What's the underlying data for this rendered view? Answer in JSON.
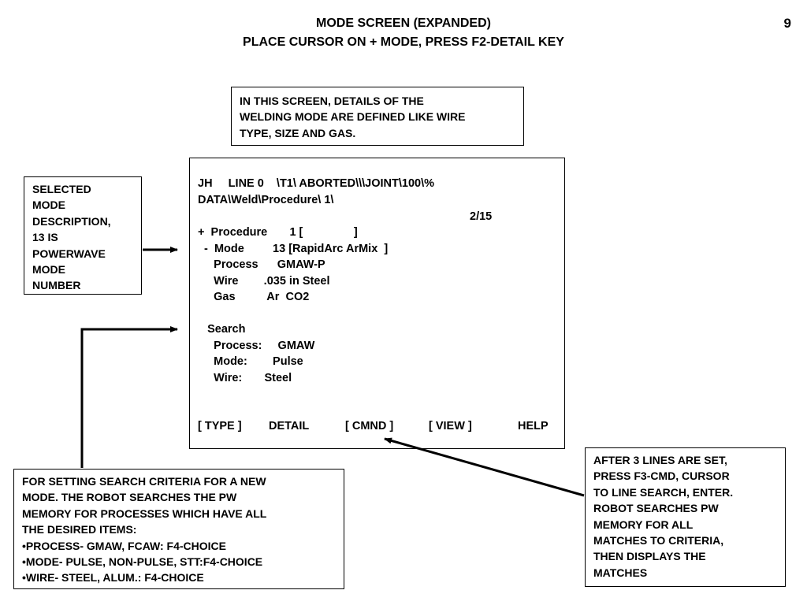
{
  "header": {
    "title_line1": "MODE SCREEN (EXPANDED)",
    "title_line2": "PLACE CURSOR ON + MODE, PRESS F2-DETAIL KEY",
    "page_number": "9"
  },
  "callouts": {
    "top": [
      "IN THIS SCREEN, DETAILS OF THE",
      "WELDING MODE ARE DEFINED LIKE WIRE",
      "TYPE, SIZE AND GAS."
    ],
    "left": [
      "SELECTED",
      "MODE",
      "DESCRIPTION,",
      "13 IS",
      "POWERWAVE",
      "MODE",
      "NUMBER"
    ],
    "bottom_left": [
      "FOR SETTING SEARCH CRITERIA FOR A NEW",
      "MODE. THE ROBOT SEARCHES THE PW",
      "MEMORY  FOR PROCESSES WHICH HAVE ALL",
      "THE DESIRED ITEMS:",
      "•PROCESS- GMAW, FCAW: F4-CHOICE",
      "•MODE- PULSE, NON-PULSE, STT:F4-CHOICE",
      "•WIRE- STEEL, ALUM.: F4-CHOICE"
    ],
    "bottom_right": [
      "AFTER 3 LINES ARE SET,",
      "PRESS F3-CMD, CURSOR",
      "TO LINE SEARCH, ENTER.",
      "ROBOT SEARCHES PW",
      "MEMORY FOR ALL",
      "MATCHES TO CRITERIA,",
      "THEN DISPLAYS THE",
      "MATCHES"
    ]
  },
  "screen": {
    "status_line": "JH     LINE 0    \\T1\\ ABORTED\\\\\\JOINT\\100\\%",
    "path_line": "DATA\\Weld\\Procedure\\ 1\\",
    "page_indicator": "2/15",
    "procedure_line": "+  Procedure       1 [                ]",
    "mode_line": "  -  Mode         13 [RapidArc ArMix  ]",
    "process_line": "     Process      GMAW-P",
    "wire_line": "     Wire        .035 in Steel",
    "gas_line": "     Gas          Ar  CO2",
    "search_title": "   Search",
    "search_process": "     Process:     GMAW",
    "search_mode": "     Mode:        Pulse",
    "search_wire": "     Wire:       Steel",
    "softkeys": {
      "type": "[ TYPE ]",
      "detail": "DETAIL",
      "cmnd": "[ CMND ]",
      "view": "[ VIEW ]",
      "help": "HELP"
    }
  }
}
